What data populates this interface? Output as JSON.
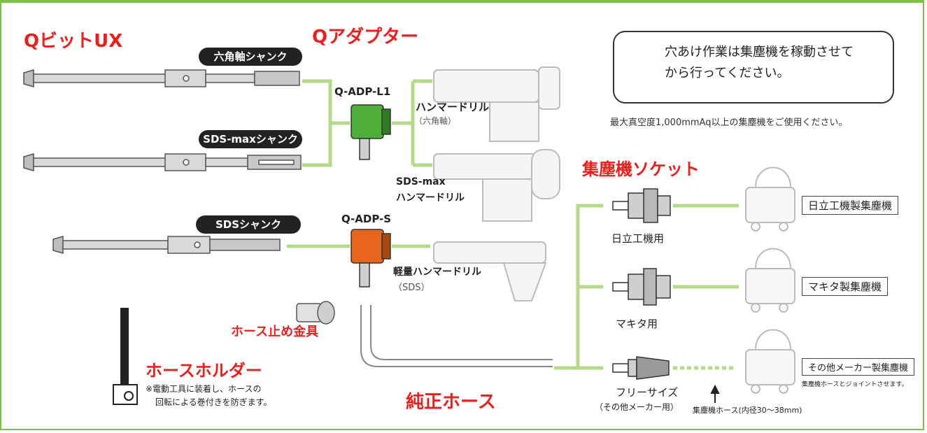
{
  "titles": {
    "qbit": "QビットUX",
    "qadapter": "Qアダプター",
    "socket": "集塵機ソケット",
    "hose_fitting": "ホース止め金具",
    "hose_holder": "ホースホルダー",
    "genuine_hose": "純正ホース"
  },
  "shanks": {
    "hex": "六角軸シャンク",
    "sdsmax": "SDS-maxシャンク",
    "sds": "SDSシャンク"
  },
  "adapters": {
    "l1": "Q-ADP-L1",
    "s": "Q-ADP-S"
  },
  "drills": {
    "hammer": "ハンマードリル",
    "hammer_sub": "（六角軸）",
    "sdsmax_line1": "SDS-max",
    "sdsmax_line2": "ハンマードリル",
    "light": "軽量ハンマードリル",
    "light_sub": "（SDS）"
  },
  "warning": {
    "line1": "穴あけ作業は集塵機を稼動させて",
    "line2": "から行ってください。",
    "note": "最大真空度1,000mmAq以上の集塵機をご使用ください。"
  },
  "sockets": {
    "hitachi": "日立工機用",
    "makita": "マキタ用",
    "free_line1": "フリーサイズ",
    "free_line2": "（その他メーカー用）"
  },
  "collectors": {
    "hitachi": "日立工機製集塵機",
    "makita": "マキタ製集塵機",
    "other": "その他メーカー製集塵機",
    "other_note": "集塵機ホースとジョイントさせます。"
  },
  "hose_label": "集塵機ホース(内径30〜38mm)",
  "holder_note_line1": "※電動工具に装着し、ホースの",
  "holder_note_line2": "回転による巻付きを防ぎます。",
  "colors": {
    "frame": "#7cc242",
    "connector": "#b5d98a",
    "accent_red": "#e8201f",
    "adapter_green": "#4caf3a",
    "adapter_orange": "#e8651e"
  }
}
